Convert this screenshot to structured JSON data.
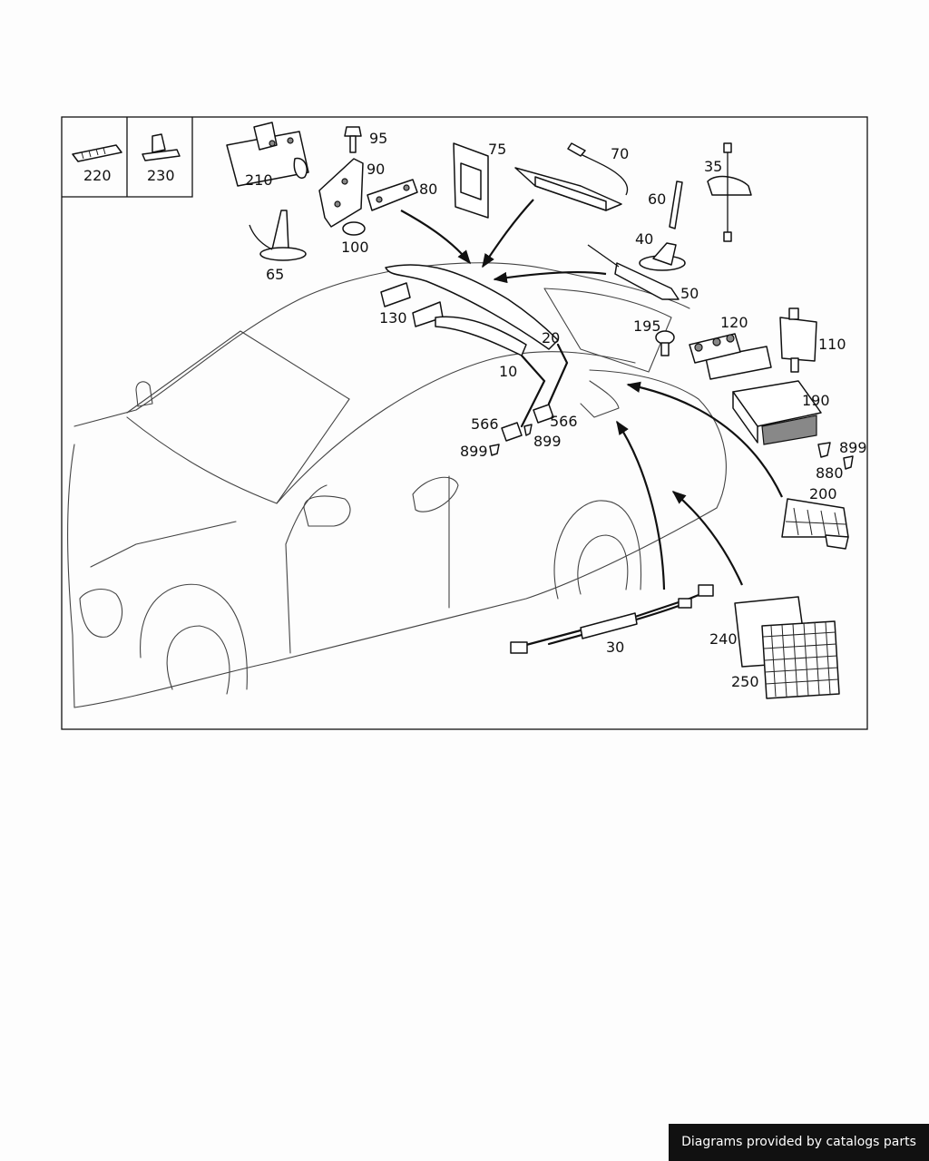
{
  "diagram": {
    "part_labels": {
      "p220": "220",
      "p230": "230",
      "p210": "210",
      "p95": "95",
      "p90": "90",
      "p80": "80",
      "p100": "100",
      "p75": "75",
      "p70": "70",
      "p60": "60",
      "p35": "35",
      "p65": "65",
      "p40": "40",
      "p50": "50",
      "p130": "130",
      "p20": "20",
      "p10": "10",
      "p195": "195",
      "p120": "120",
      "p110": "110",
      "p190": "190",
      "p566a": "566",
      "p566b": "566",
      "p899a": "899",
      "p899b": "899",
      "p899c": "899",
      "p880": "880",
      "p200": "200",
      "p30": "30",
      "p240": "240",
      "p250": "250"
    }
  },
  "footer": {
    "credit": "Diagrams provided by catalogs parts"
  }
}
